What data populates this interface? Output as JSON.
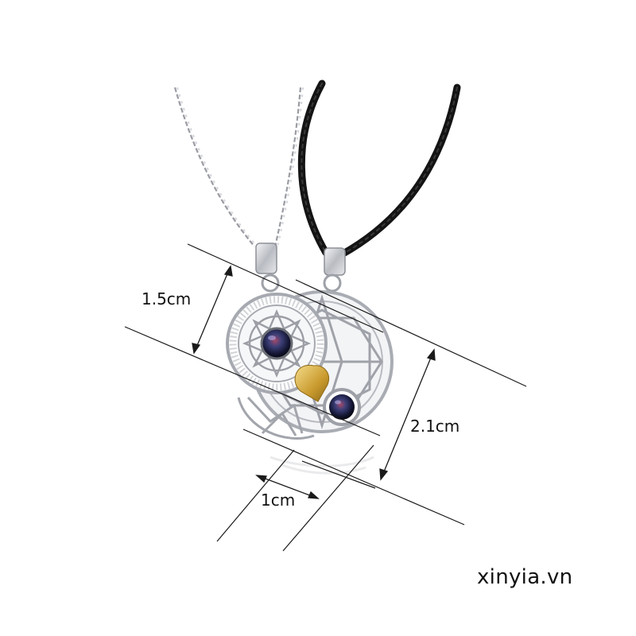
{
  "dimensions": {
    "height_label": "1.5cm",
    "width_label": "2.1cm",
    "depth_label": "1cm"
  },
  "watermark": "xinyia.vn",
  "product": {
    "description_icon": "couple-magnetic-necklace-icon",
    "left_chain": "silver-link-chain",
    "right_chain": "black-cord"
  },
  "colors": {
    "background": "#ffffff",
    "silver": "#c9cbd0",
    "cord": "#141414",
    "gold_heart": "#d8b14a",
    "gem": "#2b2f5a",
    "lines": "#1a1a1a"
  }
}
